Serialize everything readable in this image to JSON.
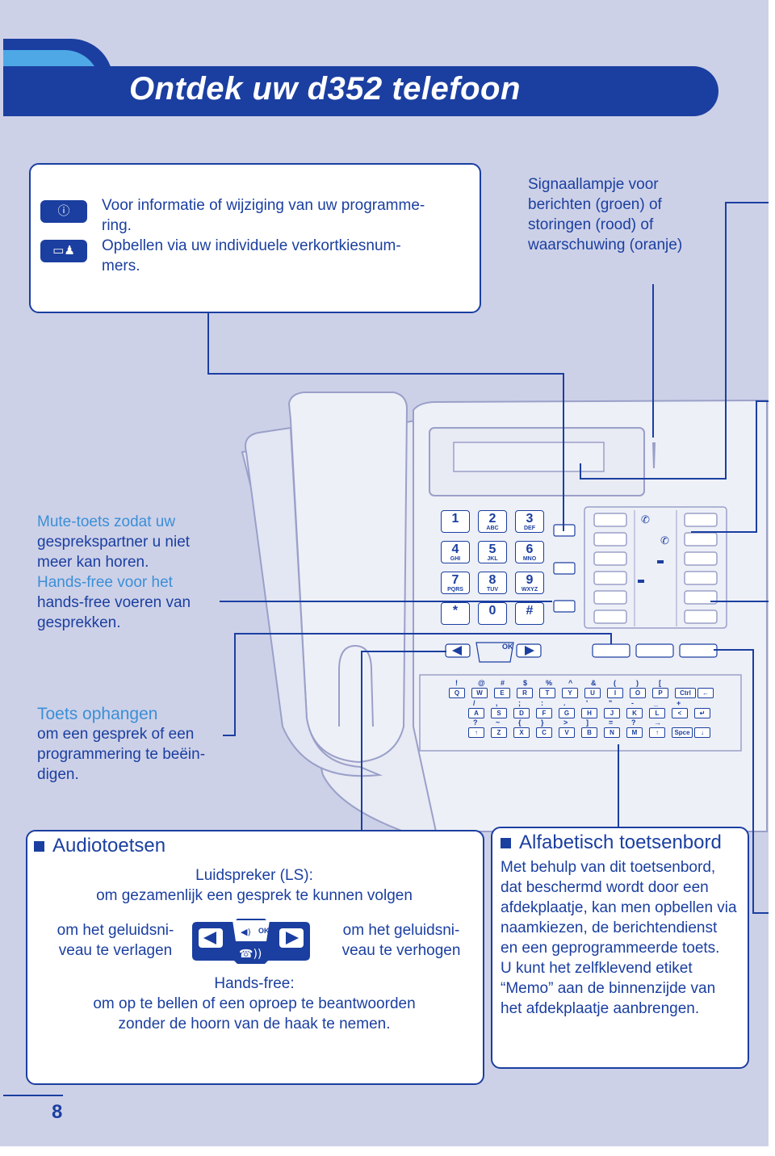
{
  "title": "Ontdek uw d352 telefoon",
  "info_box": {
    "line1": "Voor informatie of wijziging van uw programme-",
    "line2": "ring.",
    "line3": "Opbellen via uw individuele verkortkiesnum-",
    "line4": "mers."
  },
  "signal_lamp": {
    "line1": "Signaallampje voor",
    "line2": "berichten (groen) of",
    "line3": "storingen (rood) of",
    "line4": "waarschuwing (oranje)"
  },
  "mute": {
    "l1": "Mute-toets zodat uw",
    "l2": "gesprekspartner u niet",
    "l3": "meer kan horen.",
    "l4": "Hands-free voor het",
    "l5": "hands-free voeren van",
    "l6": "gesprekken."
  },
  "hangup": {
    "l1": "Toets ophangen",
    "l2": "om een gesprek of een",
    "l3": "programmering te beëin-",
    "l4": "digen."
  },
  "audio": {
    "heading": "Audiotoetsen",
    "ls1": "Luidspreker (LS):",
    "ls2": "om gezamenlijk een gesprek te kunnen volgen",
    "down1": "om het geluidsni-",
    "down2": "veau te verlagen",
    "up1": "om het geluidsni-",
    "up2": "veau te verhogen",
    "hf1": "Hands-free:",
    "hf2": "om op te bellen of een oproep te beantwoorden",
    "hf3": "zonder de hoorn van de haak te nemen.",
    "ok": "OK"
  },
  "alpha": {
    "heading": "Alfabetisch toetsenbord",
    "l1": "Met behulp van dit toetsenbord,",
    "l2": "dat beschermd wordt door een",
    "l3": "afdekplaatje, kan men opbellen via",
    "l4": "naamkiezen, de berichtendienst",
    "l5": "en een geprogrammeerde toets.",
    "l6": "U kunt het zelfklevend etiket",
    "l7": "“Memo” aan de binnenzijde van",
    "l8": "het afdekplaatje aanbrengen."
  },
  "keypad": [
    {
      "d": "1",
      "l": ""
    },
    {
      "d": "2",
      "l": "ABC"
    },
    {
      "d": "3",
      "l": "DEF"
    },
    {
      "d": "4",
      "l": "GHI"
    },
    {
      "d": "5",
      "l": "JKL"
    },
    {
      "d": "6",
      "l": "MNO"
    },
    {
      "d": "7",
      "l": "PQRS"
    },
    {
      "d": "8",
      "l": "TUV"
    },
    {
      "d": "9",
      "l": "WXYZ"
    },
    {
      "d": "*",
      "l": ""
    },
    {
      "d": "0",
      "l": ""
    },
    {
      "d": "#",
      "l": ""
    }
  ],
  "kb_row1_sym": [
    "!",
    "@",
    "#",
    "$",
    "%",
    "^",
    "&",
    "(",
    ")",
    "["
  ],
  "kb_row1": [
    "Q",
    "W",
    "E",
    "R",
    "T",
    "Y",
    "U",
    "I",
    "O",
    "P",
    "Ctrl",
    "←"
  ],
  "kb_row2_sym": [
    "/",
    ",",
    ";",
    ":",
    ".",
    "'",
    "\"",
    "-",
    "_",
    "+"
  ],
  "kb_row2": [
    "A",
    "S",
    "D",
    "F",
    "G",
    "H",
    "J",
    "K",
    "L",
    "<",
    "↵"
  ],
  "kb_row3_sym": [
    "?",
    "~",
    "{",
    "}",
    ">",
    "]",
    "=",
    "?",
    "→"
  ],
  "kb_row3": [
    "↑",
    "Z",
    "X",
    "C",
    "V",
    "B",
    "N",
    "M",
    "↑",
    "Spce",
    "↓"
  ],
  "ok_label": "OK",
  "page_number": "8"
}
